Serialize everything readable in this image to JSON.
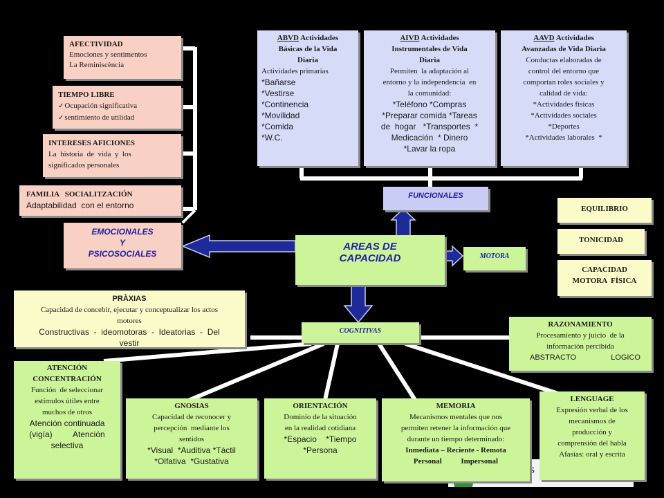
{
  "center": {
    "title_line1": "AREAS DE",
    "title_line2": "CAPACIDAD"
  },
  "emocionales": {
    "line1": "EMOCIONALES",
    "line2": "Y",
    "line3": "PSICOSOCIALES"
  },
  "afectividad": {
    "title": "AFECTIVIDAD",
    "line1": "Emociones y sentimentos",
    "line2": "La Reminiscència"
  },
  "tiempo_libre": {
    "title": "TIEMPO LIBRE",
    "items": [
      "Ocupación significativa",
      "sentimiento de utilidad"
    ]
  },
  "intereses": {
    "title": "INTERESES   AFICIONES",
    "line1": "La  historia  de  vida  y  los",
    "line2": "significados personales"
  },
  "familia": {
    "title": "FAMILIA   SOCIALITZACIÓN",
    "line1": "Adaptabilidad  con el entorno"
  },
  "funcionales": {
    "label": "FUNCIONALES"
  },
  "abvd": {
    "code": "ABVD",
    "title_rest": " Actividades",
    "title_line2": "Básicas de la Vida",
    "title_line3": "Diaria",
    "subtitle": "Actividades primarias",
    "items": [
      "*Bañarse",
      "*Vestirse",
      "*Continencia",
      "*Movilidad",
      "*Comida",
      "*W.C."
    ]
  },
  "aivd": {
    "code": "AIVD",
    "title_rest": " Actividades",
    "title_line2": "Instrumentales de Vida",
    "title_line3": "Diaria",
    "line1": "Permiten  la adaptación al",
    "line2": "entorno y la independencia  en",
    "line3": "la comunidad:",
    "line4": "*Teléfono *Compras",
    "line5": "*Preparar comida *Tareas",
    "line6": "de  hogar   *Transportes  *",
    "line7": "Medicación  * Dinero",
    "line8": "*Lavar la ropa"
  },
  "aavd": {
    "code": "AAVD",
    "title_rest": " Actividades",
    "title_line2": "Avanzadas de Vida Diaria",
    "line1": "Conductas elaboradas de",
    "line2": "control del entorno que",
    "line3": "comportan roles sociales y",
    "line4": "calidad de vida:",
    "line5": "*Actividades físicas",
    "line6": "*Actividades sociales",
    "line7": "*Deportes",
    "line8": "*Actividades laborales  *"
  },
  "motora": {
    "label": "MOTORA"
  },
  "equilibrio": {
    "label": "EQUILIBRIO"
  },
  "tonicidad": {
    "label": "TONICIDAD"
  },
  "capacidad_motora": {
    "line1": "CAPACIDAD",
    "line2": "MOTORA  FÍSICA"
  },
  "cognitivas": {
    "label": "COGNITIVAS"
  },
  "praxias": {
    "title": "PRÀXIAS",
    "line1": "Capacidad de concebir, ejecutar y conceptualizar los  actos",
    "line2": "motores",
    "line3": "Constructivas  -  ideomotoras  -  Ideatorias  -  Del",
    "line4": "vestir"
  },
  "razonamiento": {
    "title": "RAZONAMIENTO",
    "line1": "Procesamiento y juicio  de la",
    "line2": "información percibida",
    "left": "ABSTRACTO",
    "right": "LOGICO"
  },
  "atencion": {
    "title1": "ATENCIÓN",
    "title2": "CONCENTRACIÓN",
    "line1": "Función  de seleccionar",
    "line2": "estímulos útiles entre",
    "line3": "muchos de otros",
    "line4": "Atención continuada",
    "line5": "(vigía)         Atención",
    "line6": "selectiva"
  },
  "gnosias": {
    "title": "GNOSIAS",
    "line1": "Capacidad de reconocer y",
    "line2": "percepción  mediante los",
    "line3": "sentidos",
    "line4": "*Visual  *Auditiva *Táctil",
    "line5": "*Olfativa  *Gustativa"
  },
  "orientacion": {
    "title": "ORIENTACIÓN",
    "line1": "Dominio de la situación",
    "line2": "en la realidad cotidiana",
    "line3": "*Espacio    *Tiempo",
    "line4": "*Persona"
  },
  "memoria": {
    "title": "MEMORIA",
    "line1": "Mecanismos mentales que nos",
    "line2": "permiten retener la información que",
    "line3": "durante un tiempo determinado:",
    "line4": "Inmediata – Reciente - Remota",
    "line5": "Personal          Impersonal"
  },
  "lenguaje": {
    "title": "LENGUAGE",
    "line1": "Expresión verbal de los",
    "line2": "mecanismos de",
    "line3": "producción y",
    "line4": "comprensión del habla",
    "line5": "Afasias: oral y escrita"
  },
  "footer_fragment": {
    "text": "s"
  },
  "colors": {
    "background": "#000000",
    "arrow": "#1f2a99",
    "connector": "#ffffff"
  }
}
